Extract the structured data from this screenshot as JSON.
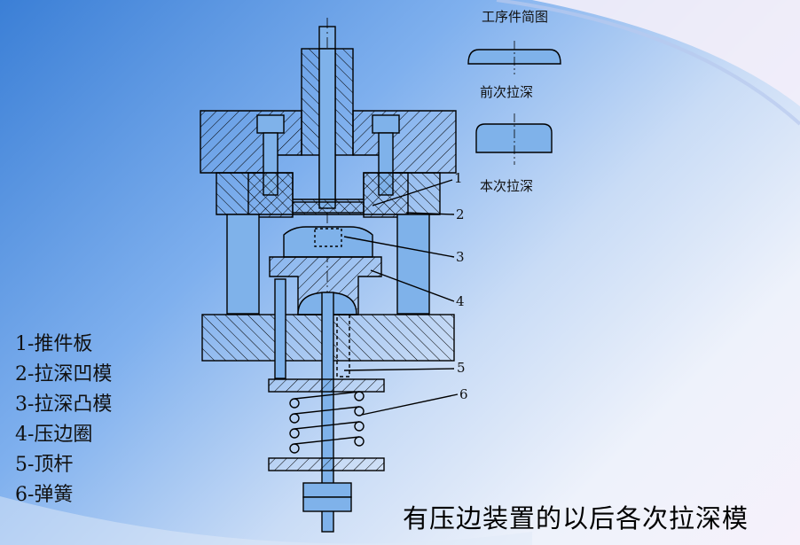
{
  "caption": "有压边装置的以后各次拉深模",
  "legend": [
    {
      "label": "1-推件板"
    },
    {
      "label": "2-拉深凹模"
    },
    {
      "label": "3-拉深凸模"
    },
    {
      "label": "4-压边圈"
    },
    {
      "label": "5-顶杆"
    },
    {
      "label": "6-弹簧"
    }
  ],
  "side": {
    "workpiece_title": "工序件简图",
    "previous_draw": "前次拉深",
    "current_draw": "本次拉深"
  },
  "part_numbers": [
    "1",
    "2",
    "3",
    "4",
    "5",
    "6"
  ],
  "colors": {
    "line": "#000000",
    "metal": "#7fb2ea",
    "background_start": "#3b7fd6",
    "background_end": "#f6f1fb"
  }
}
